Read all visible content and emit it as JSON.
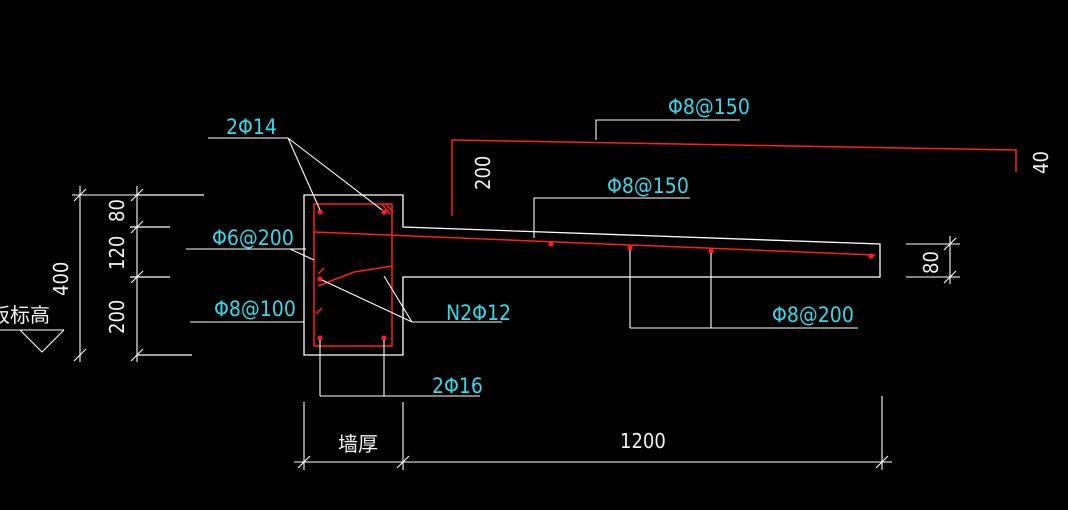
{
  "colors": {
    "background": "#000000",
    "outline": "#ffffff",
    "rebar": "#ff1e1e",
    "label": "#38d8e8",
    "dimension": "#f2f2f2"
  },
  "labels": {
    "top_bars_beam": "2Φ14",
    "stirrup_beam": "Φ6@200",
    "side_bar_beam": "Φ8@100",
    "bottom_bars_beam": "2Φ16",
    "n2_bar": "N2Φ12",
    "slab_top_upper": "Φ8@150",
    "slab_top_lower": "Φ8@150",
    "slab_distribution": "Φ8@200"
  },
  "dimensions": {
    "total_height": "400",
    "seg_top": "80",
    "seg_mid": "120",
    "seg_bottom": "200",
    "slab_thickness": "80",
    "hook_length": "200",
    "bend_length": "40",
    "wall_thickness": "墙厚",
    "cantilever_length": "1200",
    "elevation_note": "板标高"
  }
}
